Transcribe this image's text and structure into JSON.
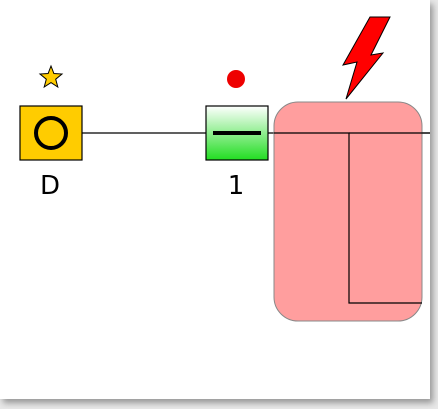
{
  "diagram": {
    "nodes": [
      {
        "id": "D",
        "label": "D",
        "kind": "source",
        "marker": "star-icon",
        "color": "#ffcc00"
      },
      {
        "id": "1",
        "label": "1",
        "kind": "element",
        "marker": "red-dot-icon",
        "color": "#33dd33"
      }
    ],
    "highlight": {
      "marker": "lightning-icon",
      "color": "#ff9999",
      "marker_color": "#ff0000"
    }
  }
}
